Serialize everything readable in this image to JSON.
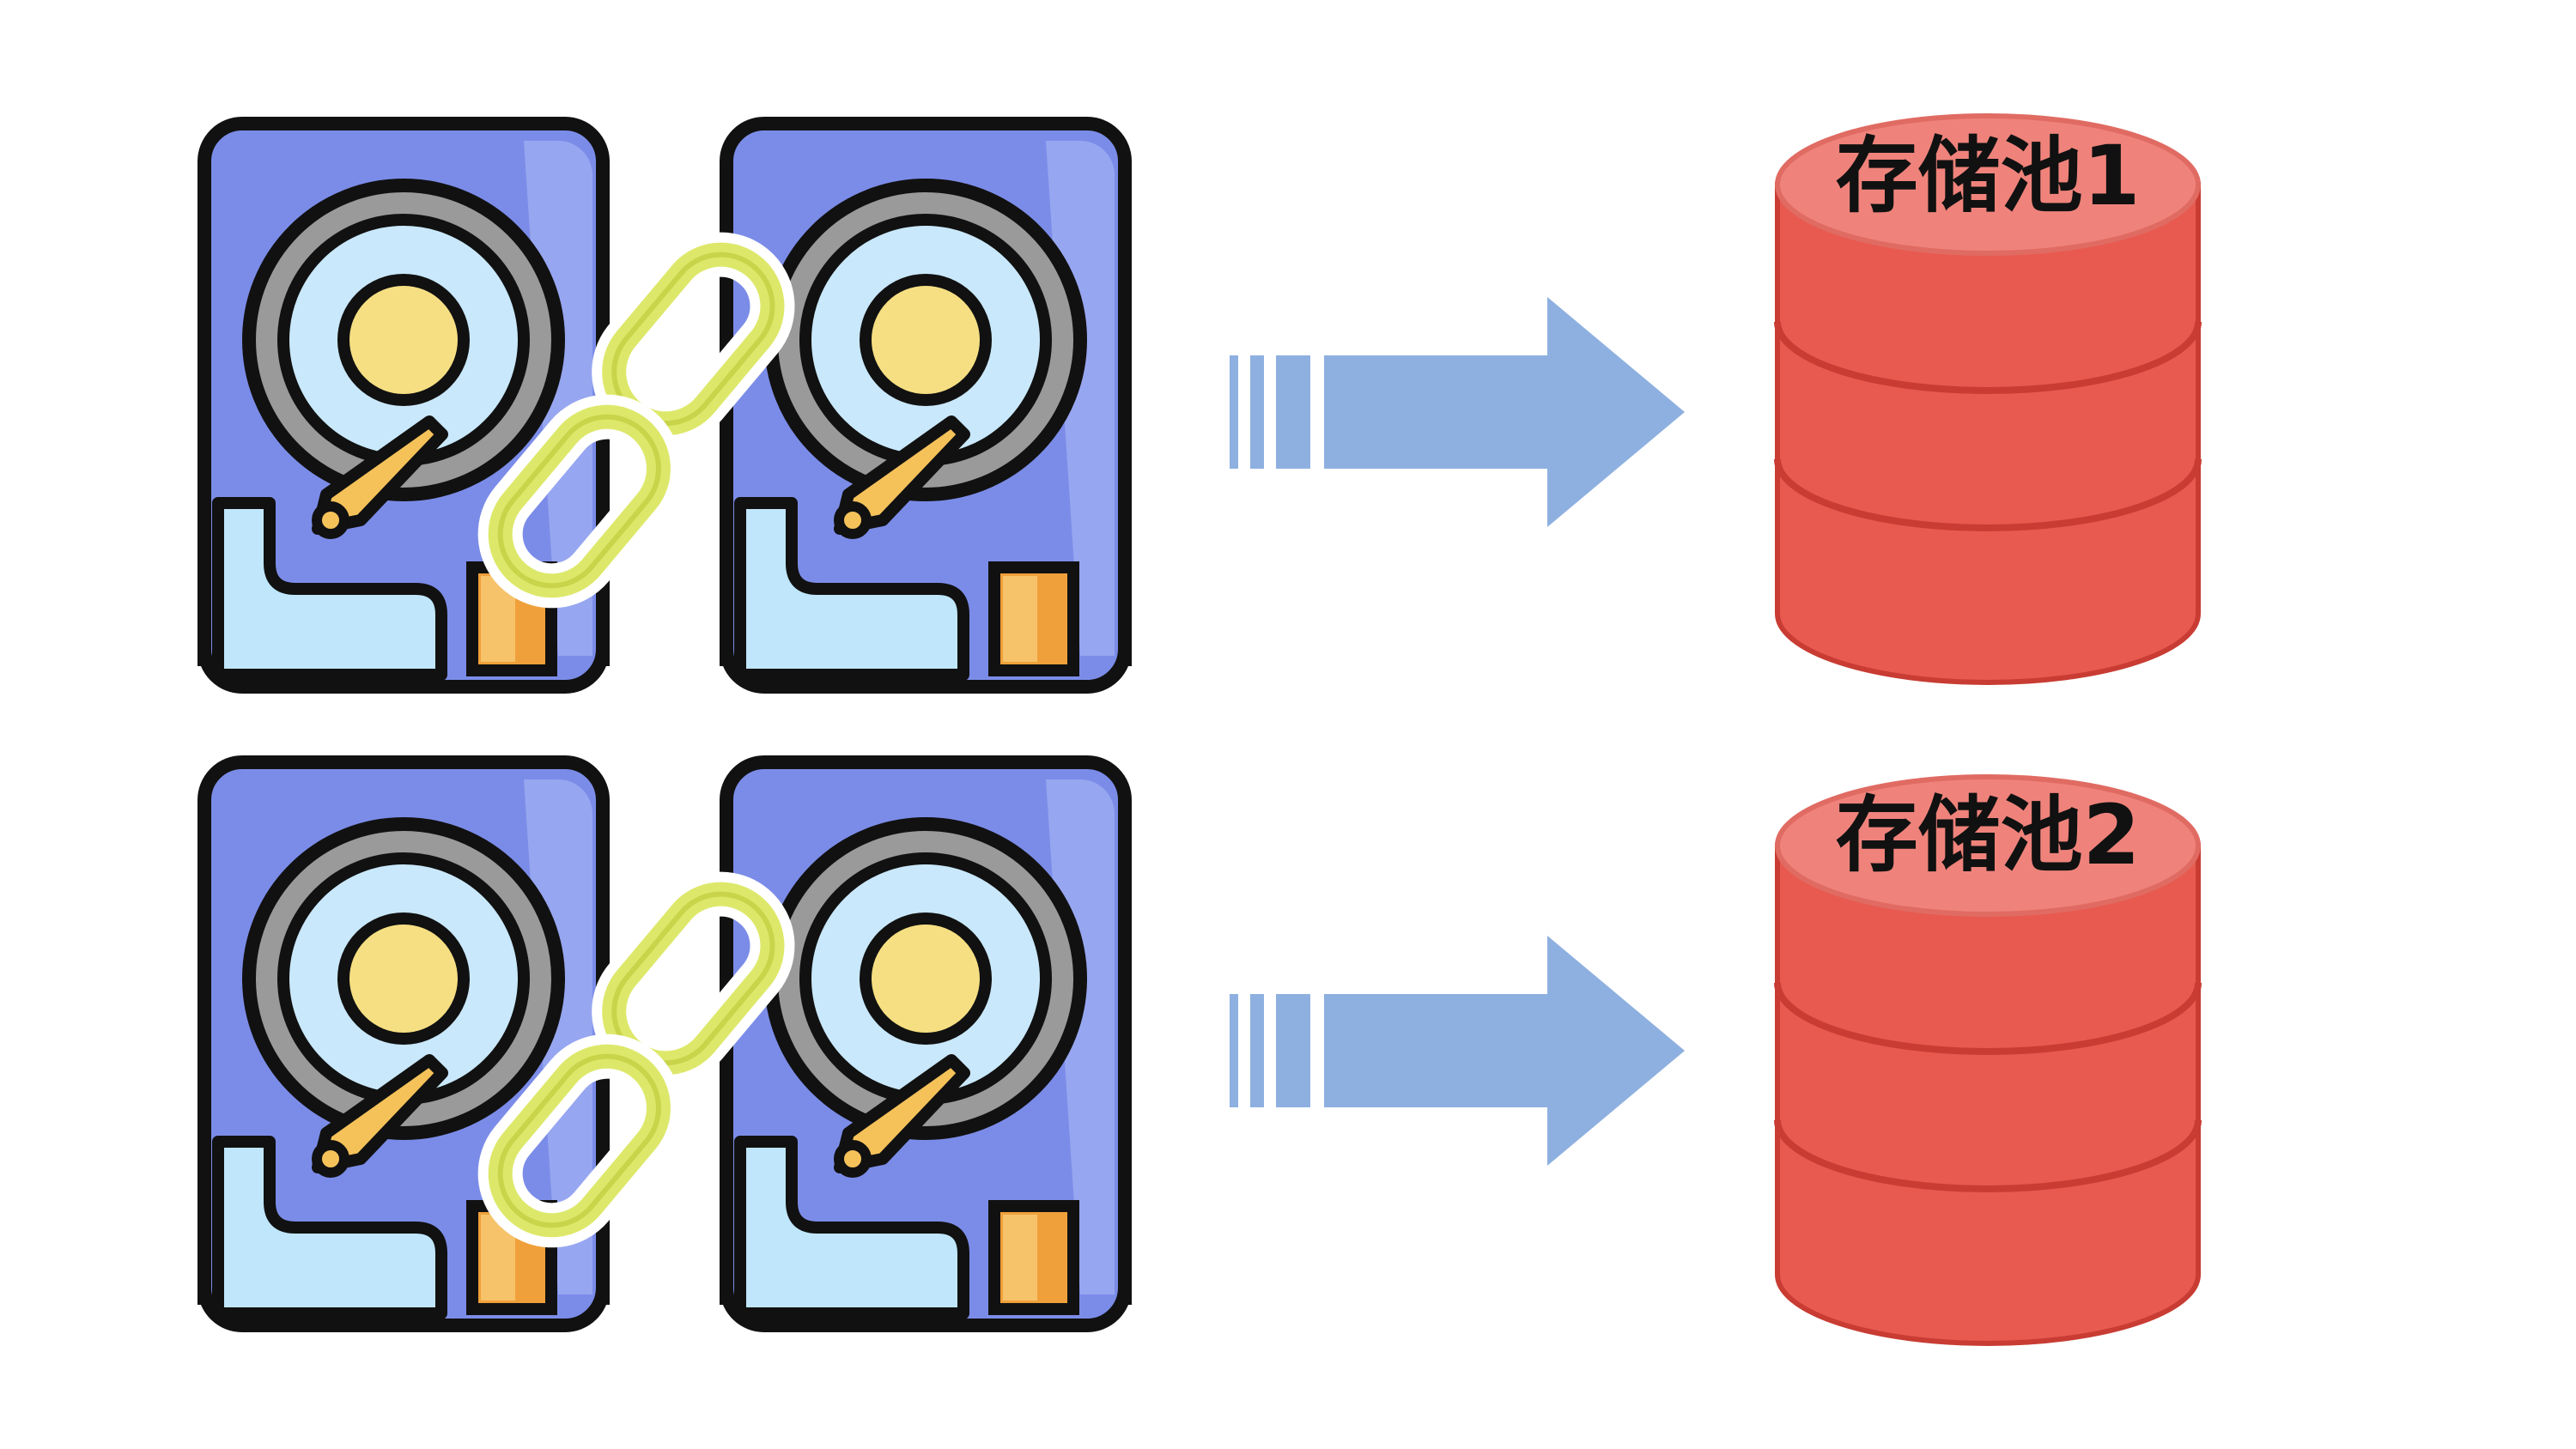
{
  "pools": [
    {
      "label": "存储池1",
      "disks": 2
    },
    {
      "label": "存储池2",
      "disks": 2
    }
  ],
  "icons": {
    "disk": "hard-disk-icon",
    "link": "chain-link-icon",
    "arrow": "arrow-right-icon",
    "pool": "database-cylinder-icon"
  },
  "colors": {
    "disk_body": "#7b8ce8",
    "disk_body_light": "#97a6f0",
    "disk_outline": "#111111",
    "platter_ring": "#9a9a9a",
    "platter": "#c9e8fb",
    "platter_center": "#f6df82",
    "arm": "#f5c25a",
    "connector": "#f0a03a",
    "panel": "#bfe6fb",
    "chain": "#dde86a",
    "arrow": "#8eb0e0",
    "cylinder_side": "#e85a50",
    "cylinder_top": "#ef837b",
    "cylinder_line": "#c83c33",
    "label_text": "#111111"
  }
}
